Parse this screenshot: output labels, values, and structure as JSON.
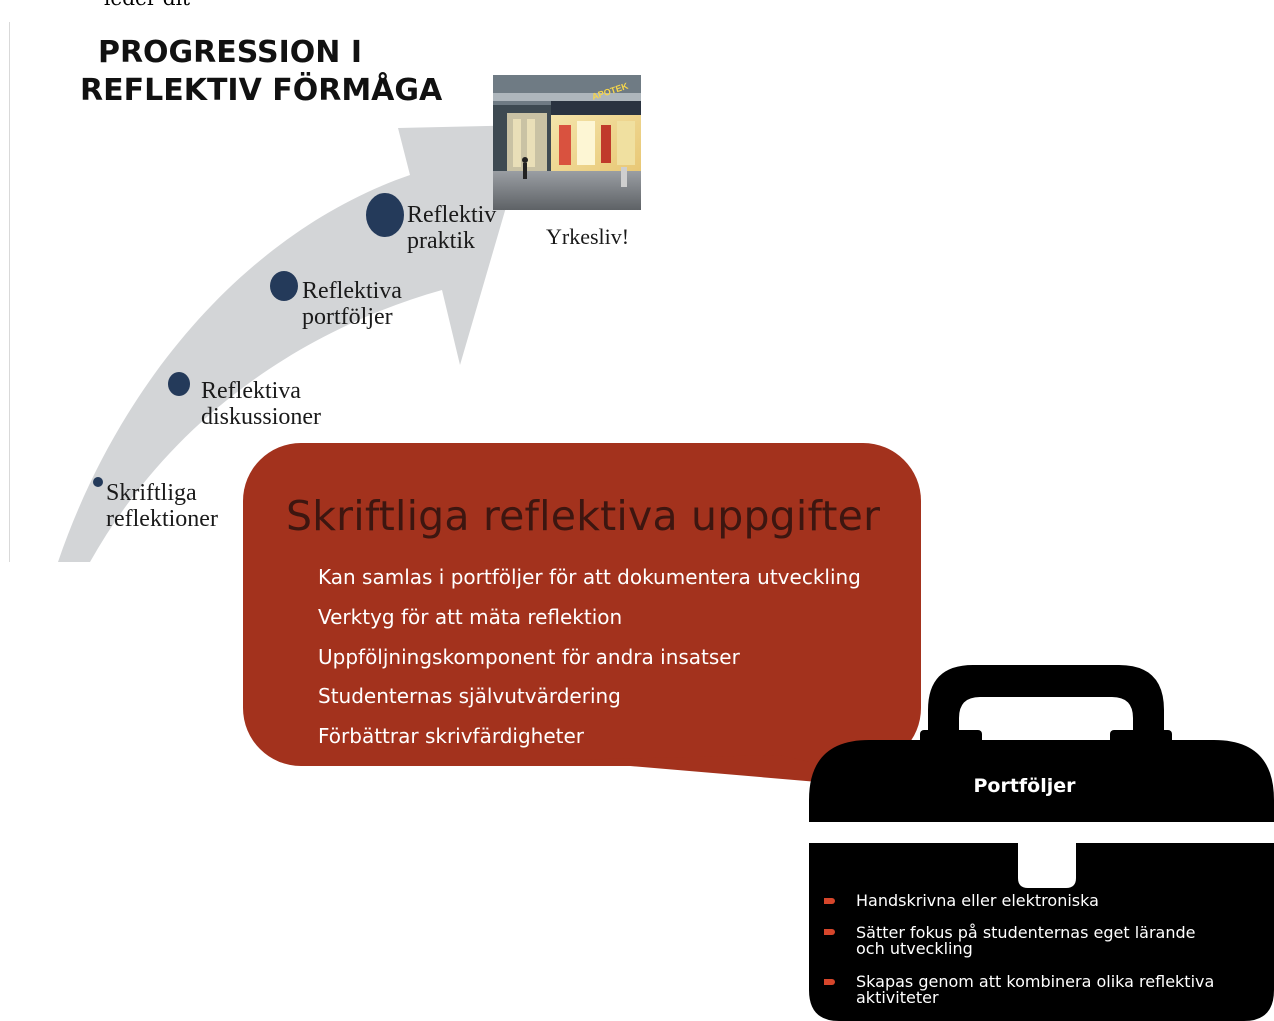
{
  "header_fragment": "leder dit",
  "title": [
    "PROGRESSION I",
    "REFLEKTIV FÖRMÅGA"
  ],
  "stages": [
    {
      "lines": [
        "Skriftliga",
        "reflektioner"
      ]
    },
    {
      "lines": [
        "Reflektiva",
        "diskussioner"
      ]
    },
    {
      "lines": [
        "Reflektiva",
        "portföljer"
      ]
    },
    {
      "lines": [
        "Reflektiv",
        "praktik"
      ]
    }
  ],
  "destination": {
    "label": "Yrkesliv!",
    "photo_sign": "APOTEK"
  },
  "bubble": {
    "title": "Skriftliga reflektiva uppgifter",
    "items": [
      "Kan samlas i portföljer för att dokumentera utveckling",
      "Verktyg för att mäta reflektion",
      "Uppföljningskomponent för andra insatser",
      "Studenternas självutvärdering",
      "Förbättrar skrivfärdigheter"
    ]
  },
  "portfolio": {
    "title": "Portföljer",
    "items": [
      {
        "lines": [
          "Handskrivna eller elektroniska"
        ]
      },
      {
        "lines": [
          "Sätter fokus på studenternas eget lärande",
          "och utveckling"
        ]
      },
      {
        "lines": [
          "Skapas genom att kombinera olika reflektiva",
          "aktiviteter"
        ]
      }
    ]
  },
  "colors": {
    "arrow": "#d3d5d7",
    "dot": "#243a5a",
    "bubble": "#a3321d",
    "bubble_title": "#3d1610",
    "case": "#000000",
    "bullet": "#d6462b"
  }
}
